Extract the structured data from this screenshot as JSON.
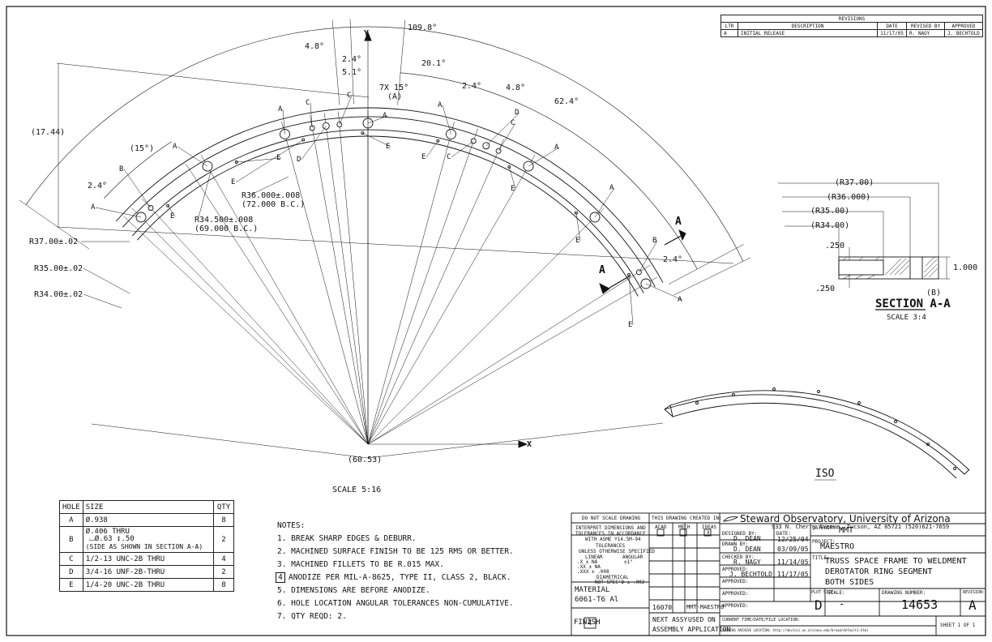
{
  "revisions": {
    "title": "REVISIONS",
    "headers": [
      "LTR",
      "DESCRIPTION",
      "DATE",
      "REVISED BY",
      "APPROVED"
    ],
    "rows": [
      [
        "A",
        "INITIAL RELEASE",
        "11/17/05",
        "R. NAGY",
        "J. BECHTOLD"
      ]
    ]
  },
  "view_labels": {
    "y_axis": "Y",
    "x_axis": "X",
    "scale_main": "SCALE 5:16",
    "section_title": "SECTION A-A",
    "section_scale": "SCALE 3:4",
    "iso": "ISO",
    "section_marker": "A"
  },
  "dimensions": {
    "angle_109": "109.8°",
    "angle_4_8_left": "4.8°",
    "angle_2_4_top": "2.4°",
    "angle_5_1": "5.1°",
    "angle_20_1": "20.1°",
    "angle_7x15": "7X 15°",
    "angle_7x15_sub": "(A)",
    "angle_2_4_mid": "2.4°",
    "angle_4_8_right": "4.8°",
    "angle_62_4": "62.4°",
    "angle_15": "(15°)",
    "angle_2_4_left": "2.4°",
    "angle_2_4_right": "2.4°",
    "len_17_44": "(17.44)",
    "r36": "R36.000±.008",
    "r36_bc": "(72.000 B.C.)",
    "r34_5": "R34.500±.008",
    "r34_5_bc": "(69.000 B.C.)",
    "r37": "R37.00±.02",
    "r35": "R35.00±.02",
    "r34": "R34.00±.02",
    "chord": "(60.53)"
  },
  "section_dims": {
    "r37": "(R37.00)",
    "r36": "(R36.000)",
    "r35": "(R35.00)",
    "r34": "(R34.00)",
    "d250_top": ".250",
    "d250_bot": ".250",
    "d1000": "1.000",
    "callout_b": "(B)"
  },
  "hole_callouts": [
    {
      "letter": "A"
    },
    {
      "letter": "A"
    },
    {
      "letter": "A"
    },
    {
      "letter": "A"
    },
    {
      "letter": "A"
    },
    {
      "letter": "A"
    },
    {
      "letter": "A"
    },
    {
      "letter": "A"
    },
    {
      "letter": "B"
    },
    {
      "letter": "B"
    },
    {
      "letter": "C"
    },
    {
      "letter": "C"
    },
    {
      "letter": "C"
    },
    {
      "letter": "C"
    },
    {
      "letter": "D"
    },
    {
      "letter": "D"
    },
    {
      "letter": "E"
    },
    {
      "letter": "E"
    },
    {
      "letter": "E"
    },
    {
      "letter": "E"
    },
    {
      "letter": "E"
    },
    {
      "letter": "E"
    },
    {
      "letter": "E"
    },
    {
      "letter": "E"
    }
  ],
  "hole_table": {
    "headers": [
      "HOLE",
      "SIZE",
      "QTY"
    ],
    "rows": [
      {
        "hole": "A",
        "size": "Ø.938",
        "size2": "",
        "size3": "",
        "qty": "8"
      },
      {
        "hole": "B",
        "size": "Ø.406 THRU",
        "size2": "⌴Ø.63 ↧.50",
        "size3": "(SIDE AS SHOWN IN SECTION A-A)",
        "qty": "2"
      },
      {
        "hole": "C",
        "size": "1/2-13 UNC-2B THRU",
        "size2": "",
        "size3": "",
        "qty": "4"
      },
      {
        "hole": "D",
        "size": "3/4-16 UNF-2B-THRU",
        "size2": "",
        "size3": "",
        "qty": "2"
      },
      {
        "hole": "E",
        "size": "1/4-20 UNC-2B THRU",
        "size2": "",
        "size3": "",
        "qty": "8"
      }
    ]
  },
  "notes": {
    "title": "NOTES:",
    "items": [
      "1. BREAK SHARP EDGES & DEBURR.",
      "2. MACHINED SURFACE FINISH TO BE 125 RMS OR BETTER.",
      "3. MACHINED FILLETS TO BE R.015 MAX.",
      "ANODIZE PER MIL-A-8625, TYPE II, CLASS 2, BLACK.",
      "5. DIMENSIONS ARE BEFORE ANODIZE.",
      "6. HOLE LOCATION ANGULAR TOLERANCES NON-CUMULATIVE.",
      "7. QTY REQD: 2."
    ],
    "flag_number": "4"
  },
  "title_block": {
    "do_not_scale": "DO NOT SCALE DRAWING",
    "interpret_1": "INTERPRET DIMENSIONS AND",
    "interpret_2": "TOLERANCES IN ACCORDANCE",
    "interpret_3": "WITH ASME Y14.5M-94",
    "tolerances": "TOLERANCES",
    "unless": "UNLESS OTHERWISE SPECIFIED",
    "linear": "LINEAR",
    "angular": "ANGULAR",
    "tol_x": ".X   ± NA",
    "tol_xx": ".XX  ± NA",
    "tol_xxx": ".XXX ± .008",
    "tol_ang": "±1°",
    "diametrical": "DIAMETRICAL",
    "not_spec": "NOT SPEC'D ± .002",
    "material_label": "MATERIAL",
    "material": "6061-T6 Al",
    "finish_label": "FINISH",
    "finish_flag": "4",
    "created_in": "THIS DRAWING CREATED IN:",
    "acad": "ACAD",
    "mech": "MECH",
    "ideas": "IDEAS",
    "ideas_mark": "X",
    "next_assy_num": "16070",
    "used_on_val": "MMT-MAESTRO",
    "next_assy": "NEXT ASSY",
    "used_on": "USED ON",
    "assembly_app": "ASSEMBLY APPLICATION",
    "org": "Steward Observatory, University of Arizona",
    "address": "933 N. Cherry Avenue, Tucson, AZ  85721   (520)621-7659",
    "designed_by_label": "DESIGNED BY:",
    "designed_by": "D. DEAN",
    "designed_date": "12/25/04",
    "date_label": "DATE:",
    "drawn_by_label": "DRAWN BY:",
    "drawn_by": "D. DEAN",
    "drawn_date": "03/09/05",
    "checked_by_label": "CHECKED BY:",
    "checked_by": "R. NAGY",
    "checked_date": "11/14/05",
    "approved_label": "APPROVED:",
    "approved_by": "J. BECHTOLD",
    "approved_date": "11/17/05",
    "category_label": "CATEGORY:",
    "category": "MMT",
    "project_label": "PROJECT:",
    "project": "MAESTRO",
    "title_label": "TITLE:",
    "title_1": "TRUSS SPACE FRAME TO WELDMENT",
    "title_2": "DEROTATOR RING SEGMENT",
    "title_3": "BOTH SIDES",
    "plot_size_label": "PLOT SIZE",
    "plot_size": "D",
    "scale_label": "SCALE:",
    "scale": "-",
    "drawing_number_label": "DRAWING NUMBER:",
    "drawing_number": "14653",
    "revision_label": "REVISION:",
    "revision": "A",
    "current_time_label": "CURRENT TIME/DATE/FILE LOCATION:",
    "archive_label": "DRAWING ARCHIVE LOCATION: http://devinci.as.arizona.edu/broad/default1.html",
    "sheet": "SHEET 1 OF 1"
  }
}
